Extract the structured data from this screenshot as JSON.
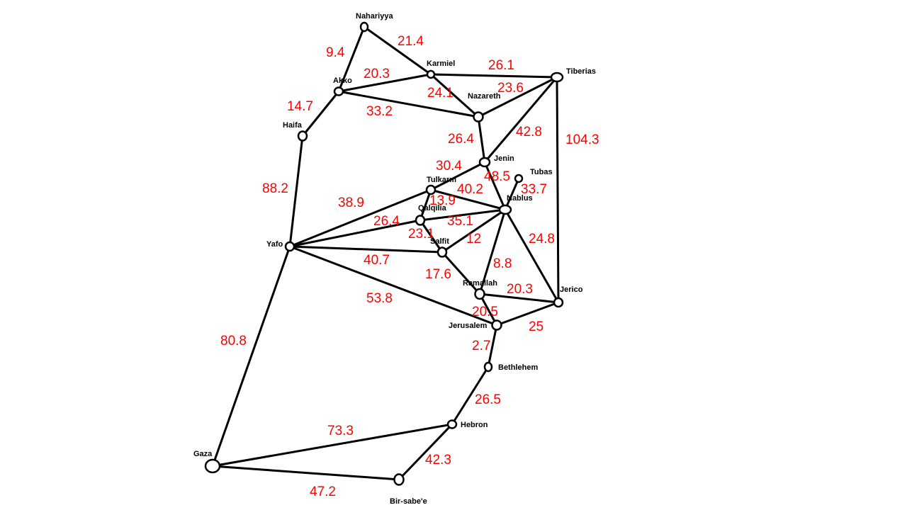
{
  "graph": {
    "colors": {
      "edge": "#000000",
      "node": "#ffffff",
      "weight": "#ff0000",
      "label": "#000000"
    },
    "cities": [
      "Nahariyya",
      "Akko",
      "Karmiel",
      "Tiberias",
      "Nazareth",
      "Haifa",
      "Jenin",
      "Tubas",
      "Tulkarm",
      "Nablus",
      "Qalqilia",
      "Yafo",
      "Salfit",
      "Ramallah",
      "Jerico",
      "Jerusalem",
      "Bethlehem",
      "Hebron",
      "Gaza",
      "Bir-sabe'e"
    ],
    "roads": [
      {
        "from": "Nahariyya",
        "to": "Akko",
        "distance": "9.4"
      },
      {
        "from": "Nahariyya",
        "to": "Karmiel",
        "distance": "21.4"
      },
      {
        "from": "Akko",
        "to": "Karmiel",
        "distance": "20.3"
      },
      {
        "from": "Karmiel",
        "to": "Tiberias",
        "distance": "26.1"
      },
      {
        "from": "Karmiel",
        "to": "Nazareth",
        "distance": "24.1"
      },
      {
        "from": "Nazareth",
        "to": "Tiberias",
        "distance": "23.6"
      },
      {
        "from": "Akko",
        "to": "Haifa",
        "distance": "14.7"
      },
      {
        "from": "Akko",
        "to": "Nazareth",
        "distance": "33.2"
      },
      {
        "from": "Nazareth",
        "to": "Jenin",
        "distance": "26.4"
      },
      {
        "from": "Jenin",
        "to": "Tiberias",
        "distance": "42.8"
      },
      {
        "from": "Tiberias",
        "to": "Jerico",
        "distance": "104.3"
      },
      {
        "from": "Jenin",
        "to": "Tulkarm",
        "distance": "30.4"
      },
      {
        "from": "Jenin",
        "to": "Nablus",
        "distance": "48.5"
      },
      {
        "from": "Tubas",
        "to": "Nablus",
        "distance": "33.7"
      },
      {
        "from": "Haifa",
        "to": "Yafo",
        "distance": "88.2"
      },
      {
        "from": "Tulkarm",
        "to": "Nablus",
        "distance": "40.2"
      },
      {
        "from": "Tulkarm",
        "to": "Qalqilia",
        "distance": "13.9"
      },
      {
        "from": "Yafo",
        "to": "Tulkarm",
        "distance": "38.9"
      },
      {
        "from": "Yafo",
        "to": "Qalqilia",
        "distance": "26.4"
      },
      {
        "from": "Qalqilia",
        "to": "Nablus",
        "distance": "35.1"
      },
      {
        "from": "Qalqilia",
        "to": "Salfit",
        "distance": "23.1"
      },
      {
        "from": "Salfit",
        "to": "Nablus",
        "distance": "12"
      },
      {
        "from": "Nablus",
        "to": "Jerico",
        "distance": "24.8"
      },
      {
        "from": "Yafo",
        "to": "Salfit",
        "distance": "40.7"
      },
      {
        "from": "Salfit",
        "to": "Ramallah",
        "distance": "17.6"
      },
      {
        "from": "Nablus",
        "to": "Ramallah",
        "distance": "8.8"
      },
      {
        "from": "Ramallah",
        "to": "Jerico",
        "distance": "20.3"
      },
      {
        "from": "Yafo",
        "to": "Jerusalem",
        "distance": "53.8"
      },
      {
        "from": "Ramallah",
        "to": "Jerusalem",
        "distance": "20.5"
      },
      {
        "from": "Jerusalem",
        "to": "Jerico",
        "distance": "25"
      },
      {
        "from": "Jerusalem",
        "to": "Bethlehem",
        "distance": "2.7"
      },
      {
        "from": "Yafo",
        "to": "Gaza",
        "distance": "80.8"
      },
      {
        "from": "Bethlehem",
        "to": "Hebron",
        "distance": "26.5"
      },
      {
        "from": "Gaza",
        "to": "Hebron",
        "distance": "73.3"
      },
      {
        "from": "Hebron",
        "to": "Bir-sabe'e",
        "distance": "42.3"
      },
      {
        "from": "Gaza",
        "to": "Bir-sabe'e",
        "distance": "47.2"
      }
    ]
  }
}
